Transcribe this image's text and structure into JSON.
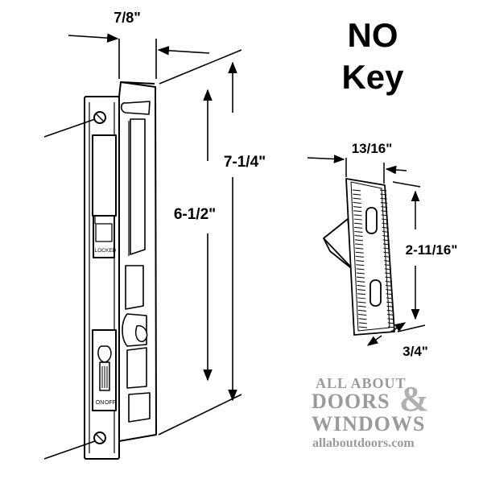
{
  "heading": {
    "line1": "NO",
    "line2": "Key"
  },
  "dimensions": {
    "lock_width": "7/8\"",
    "lock_overall_height": "7-1/4\"",
    "lock_hole_spacing": "6-1/2\"",
    "keeper_width": "13/16\"",
    "keeper_height": "2-11/16\"",
    "keeper_depth": "3/4\""
  },
  "labels": {
    "locked": "LOCKED",
    "on": "ON",
    "off": "OFF"
  },
  "logo": {
    "line1": "ALL ABOUT",
    "line2": "DOORS",
    "ampersand": "&",
    "line3": "WINDOWS",
    "url": "allaboutdoors.com"
  }
}
